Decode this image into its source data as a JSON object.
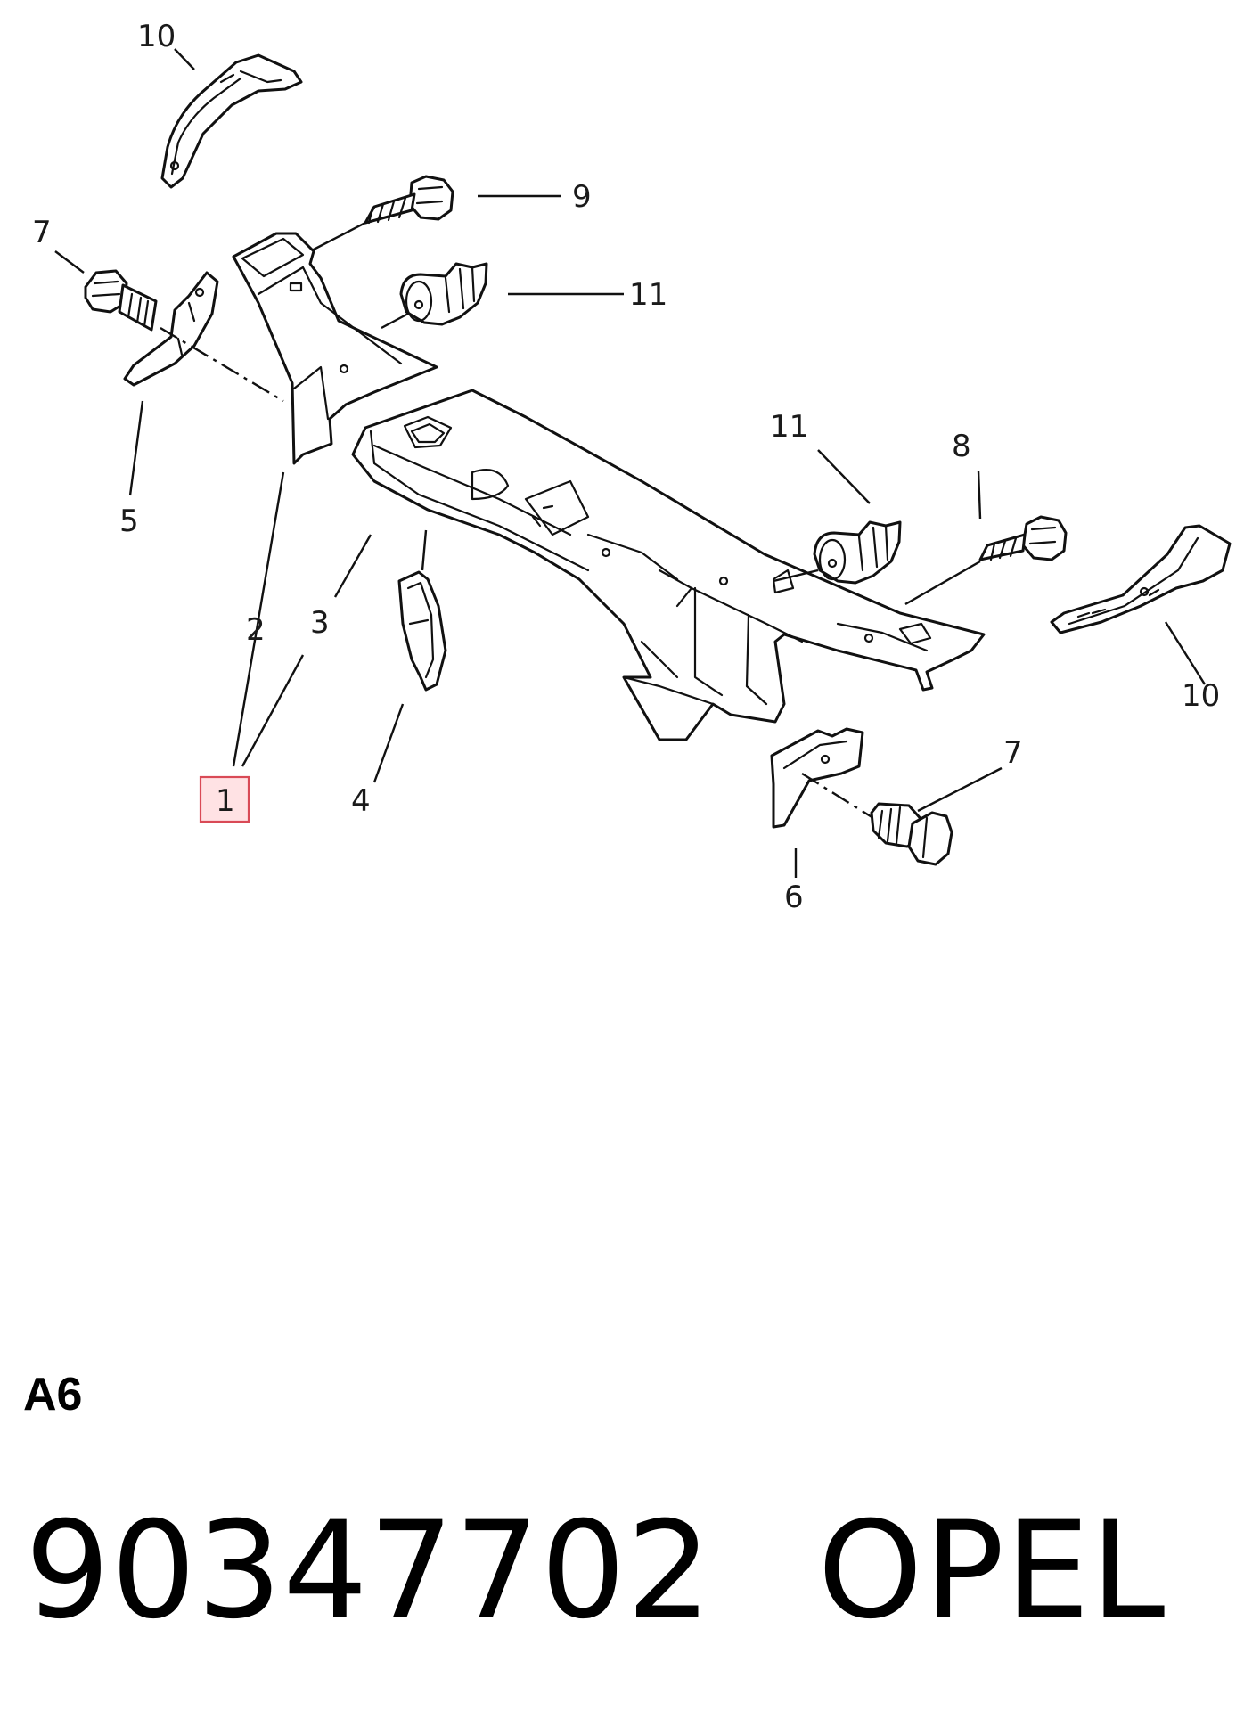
{
  "diagram": {
    "callouts": [
      {
        "id": "c10a",
        "label": "10"
      },
      {
        "id": "c9",
        "label": "9"
      },
      {
        "id": "c7a",
        "label": "7"
      },
      {
        "id": "c11a",
        "label": "11"
      },
      {
        "id": "c5",
        "label": "5"
      },
      {
        "id": "c2",
        "label": "2"
      },
      {
        "id": "c3",
        "label": "3"
      },
      {
        "id": "c1",
        "label": "1",
        "highlighted": true
      },
      {
        "id": "c4",
        "label": "4"
      },
      {
        "id": "c11b",
        "label": "11"
      },
      {
        "id": "c8",
        "label": "8"
      },
      {
        "id": "c10b",
        "label": "10"
      },
      {
        "id": "c7b",
        "label": "7"
      },
      {
        "id": "c6",
        "label": "6"
      }
    ],
    "highlight_color": "#d94a56",
    "highlight_fill": "#ffe2e4"
  },
  "section_code": "A6",
  "part_number": "90347702",
  "brand": "OPEL"
}
